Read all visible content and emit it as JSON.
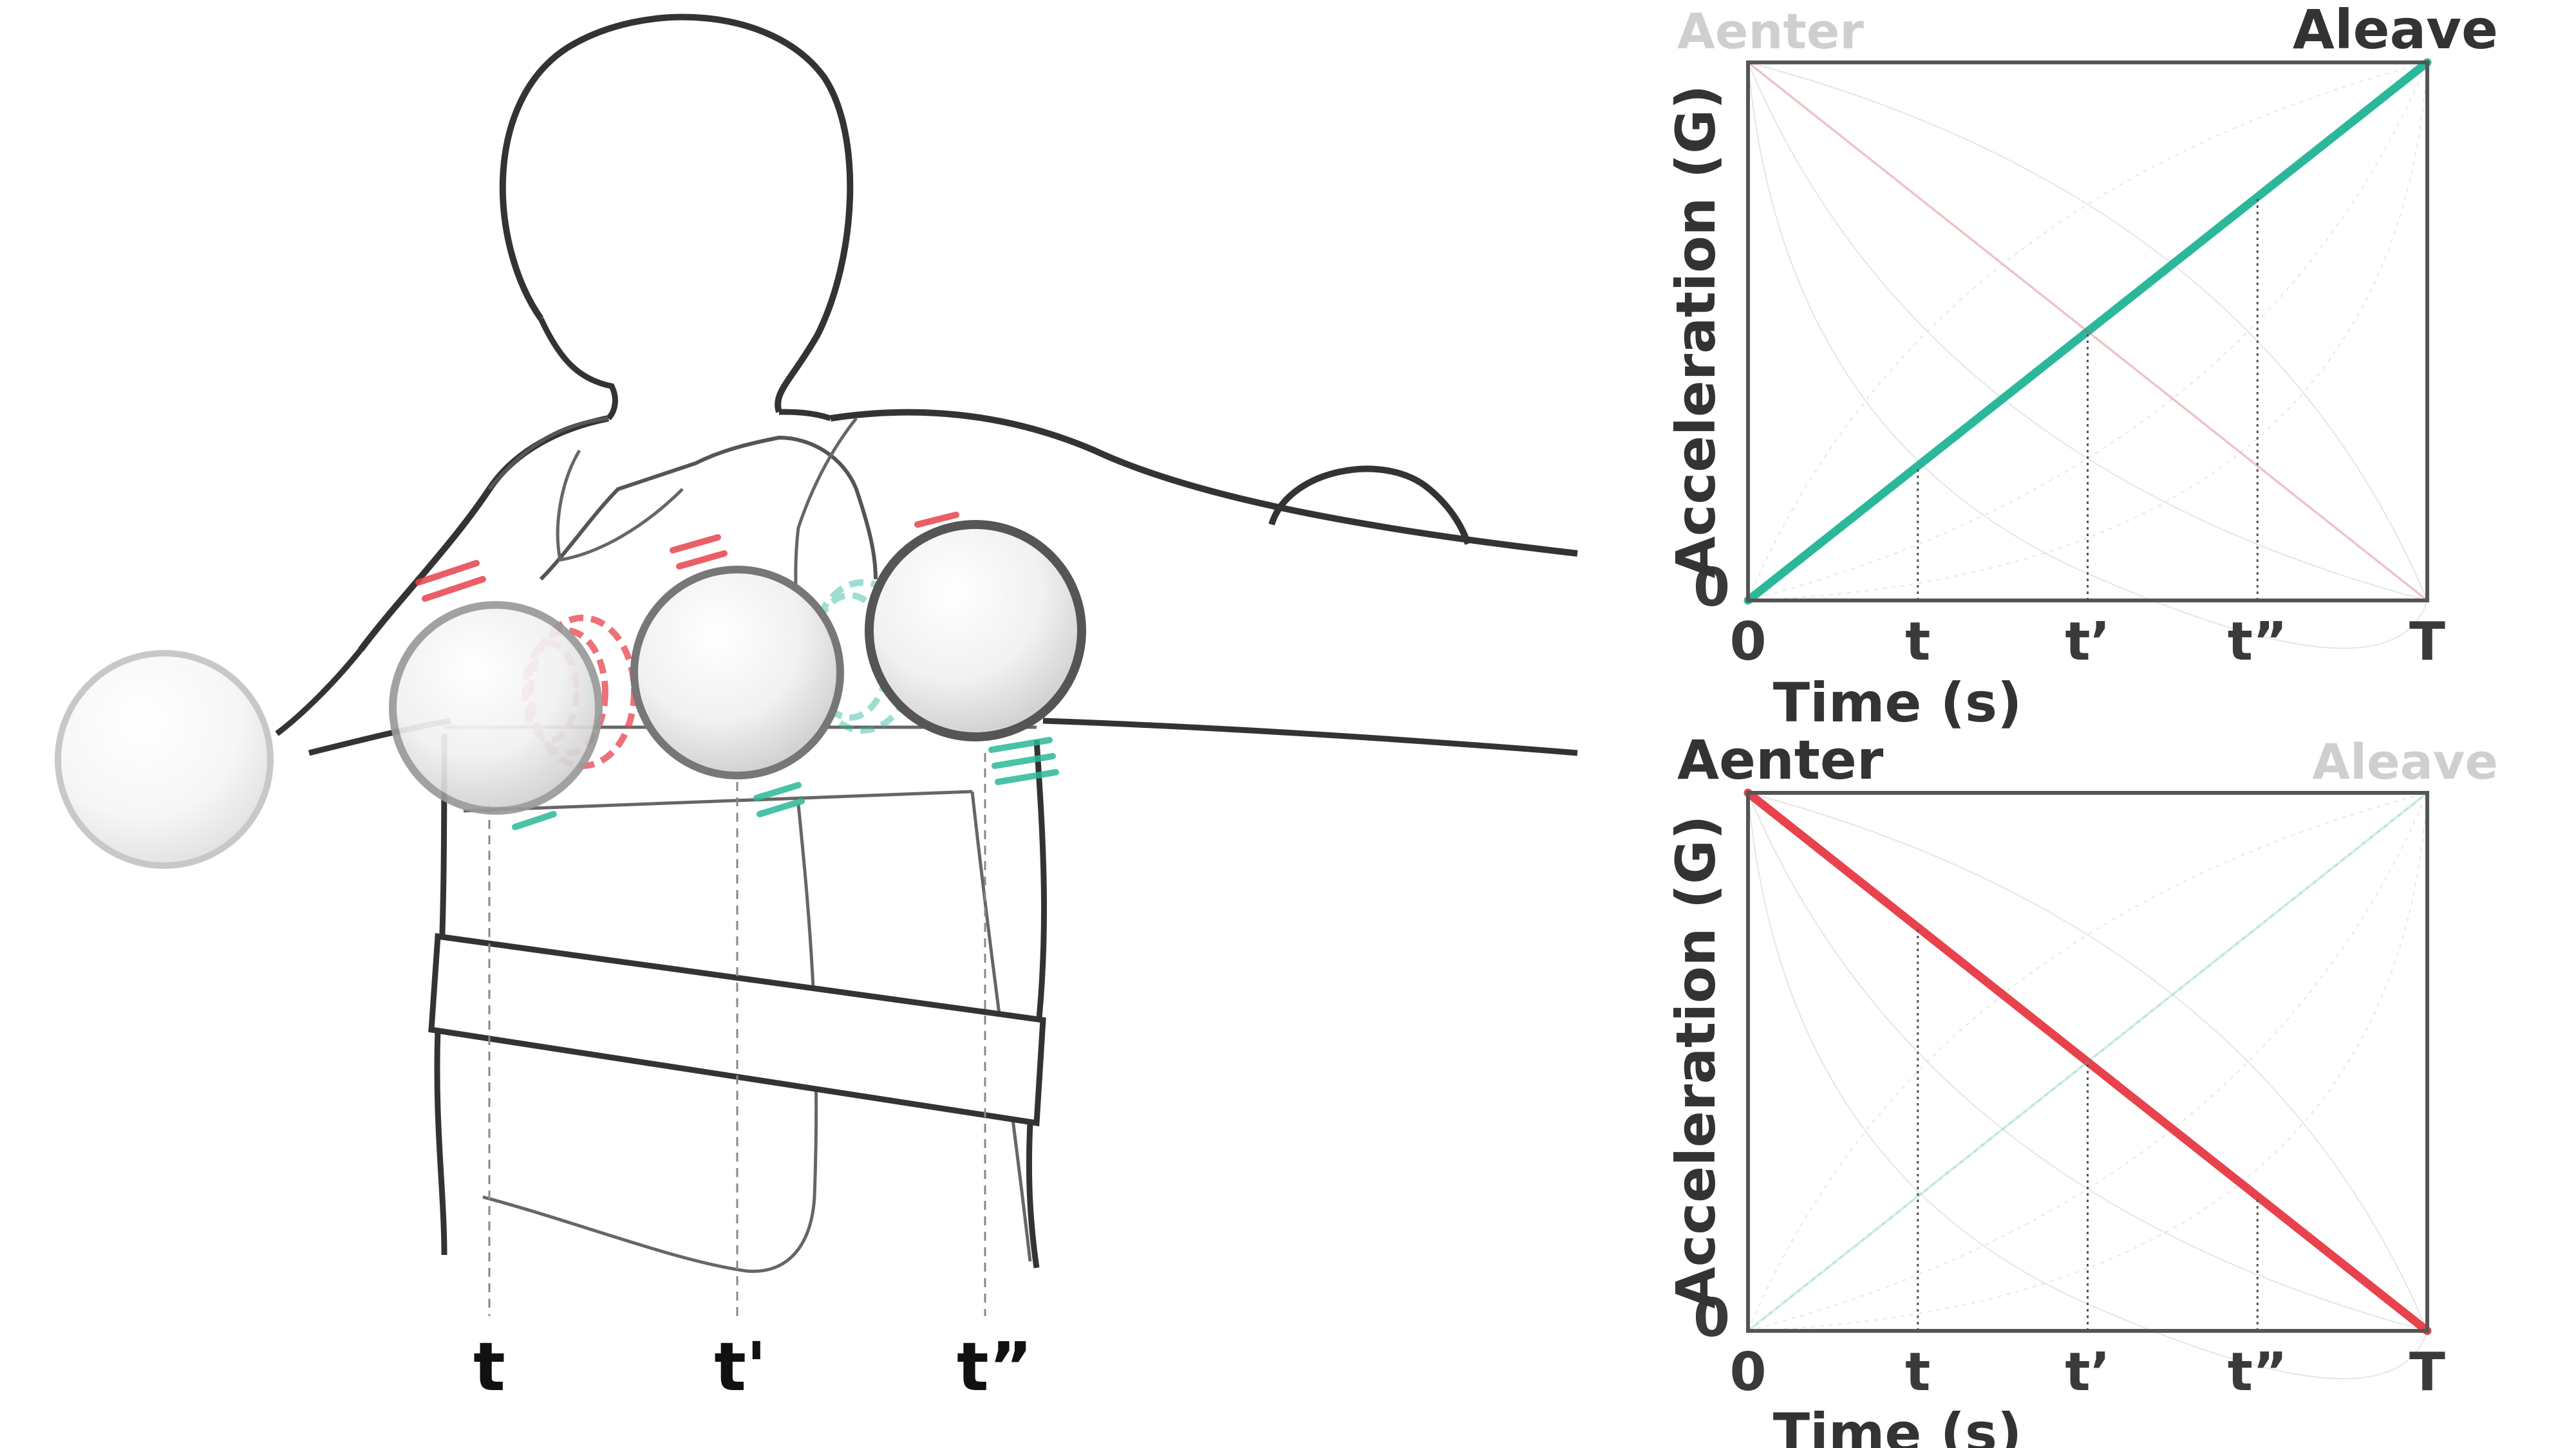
{
  "illustration": {
    "time_labels": [
      "t",
      "t'",
      "t”"
    ]
  },
  "colors": {
    "leave": "#2bb89a",
    "enter": "#e8424c",
    "axis": "#555555",
    "faint_label": "#cfcfcf",
    "strong_label": "#333333"
  },
  "chart_data": [
    {
      "type": "line",
      "title": "",
      "xlabel": "Time (s)",
      "ylabel": "Acceleration (G)",
      "x_ticks": [
        "0",
        "t",
        "t’",
        "t”",
        "T"
      ],
      "y_ticks": [
        "0"
      ],
      "corner_labels": {
        "left": "Aenter",
        "right": "Aleave",
        "emphasized": "right"
      },
      "x": [
        0,
        1
      ],
      "series": [
        {
          "role": "leave",
          "values": [
            0,
            1
          ],
          "emphasized": true
        },
        {
          "role": "enter",
          "values": [
            1,
            0
          ],
          "emphasized": false
        }
      ],
      "guide_ticks": [
        "t",
        "t’",
        "t”"
      ],
      "grid": true
    },
    {
      "type": "line",
      "title": "",
      "xlabel": "Time (s)",
      "ylabel": "Acceleration (G)",
      "x_ticks": [
        "0",
        "t",
        "t’",
        "t”",
        "T"
      ],
      "y_ticks": [
        "0"
      ],
      "corner_labels": {
        "left": "Aenter",
        "right": "Aleave",
        "emphasized": "left"
      },
      "x": [
        0,
        1
      ],
      "series": [
        {
          "role": "enter",
          "values": [
            1,
            0
          ],
          "emphasized": true
        },
        {
          "role": "leave",
          "values": [
            0,
            1
          ],
          "emphasized": false
        }
      ],
      "guide_ticks": [
        "t",
        "t’",
        "t”"
      ],
      "grid": true
    }
  ]
}
